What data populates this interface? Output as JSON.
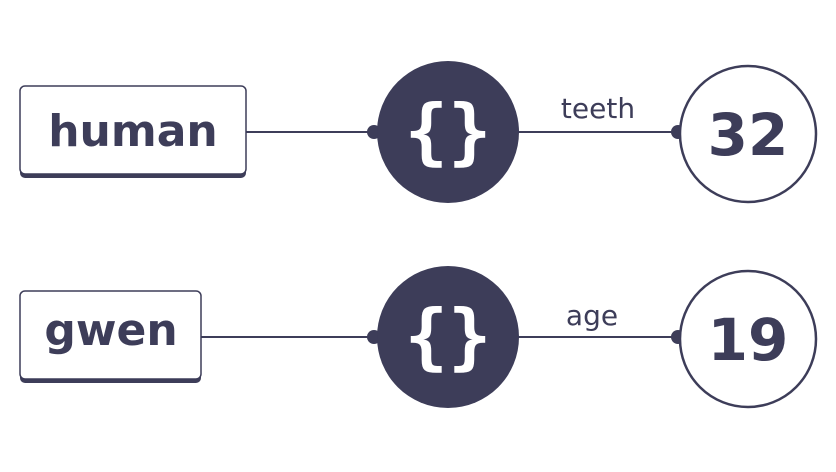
{
  "colors": {
    "ink": "#3d3d59",
    "background": "#ffffff",
    "object_fill": "#3d3d59",
    "object_glyph": "#ffffff"
  },
  "rows": [
    {
      "variable": "human",
      "object_icon": "curly-braces-icon",
      "object_glyph": "{}",
      "property": "teeth",
      "value": "32"
    },
    {
      "variable": "gwen",
      "object_icon": "curly-braces-icon",
      "object_glyph": "{}",
      "property": "age",
      "value": "19"
    }
  ]
}
